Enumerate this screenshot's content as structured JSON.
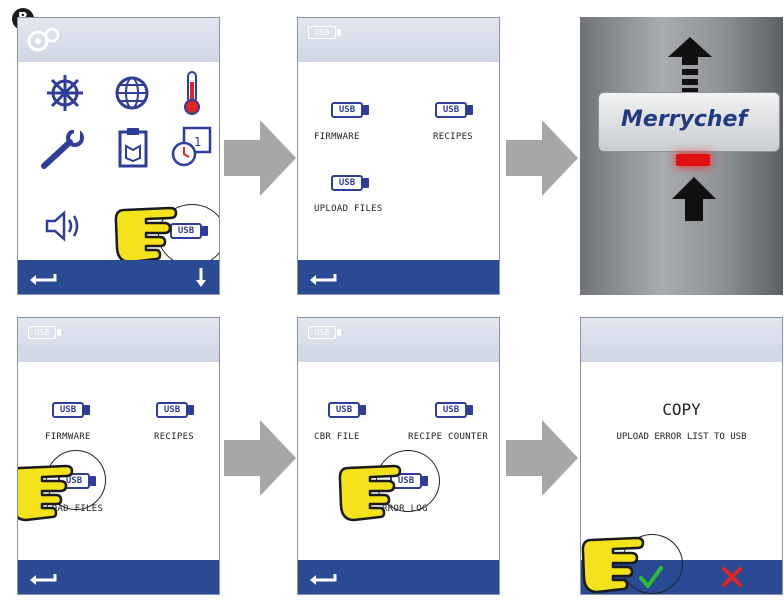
{
  "badge": "B",
  "usb_icon_label": "USB",
  "brand": "Merrychef",
  "panel_usb_menu": {
    "items": [
      "FIRMWARE",
      "RECIPES",
      "UPLOAD FILES"
    ]
  },
  "panel_usb_menu_2": {
    "items": [
      "FIRMWARE",
      "RECIPES",
      "LOAD FILES"
    ]
  },
  "panel_upload_menu": {
    "items": [
      "CBR FILE",
      "RECIPE COUNTER",
      "RROR LOG"
    ]
  },
  "panel_copy": {
    "title": "COPY",
    "message": "UPLOAD ERROR LIST TO USB"
  },
  "colors": {
    "accent_bar": "#2a4a94",
    "usb_icon": "#2f3d9a",
    "confirm": "#2dbb3a",
    "cancel": "#e02424",
    "hand": "#f4e21a"
  },
  "icons": [
    "gear-icon",
    "helm-icon",
    "globe-icon",
    "thermometer-icon",
    "wrench-icon",
    "recipe-book-icon",
    "clock-calendar-icon",
    "speaker-icon",
    "usb-icon",
    "back-arrow-icon",
    "down-arrow-icon",
    "up-arrow-icon",
    "pointing-hand-icon",
    "check-icon",
    "cross-icon"
  ]
}
